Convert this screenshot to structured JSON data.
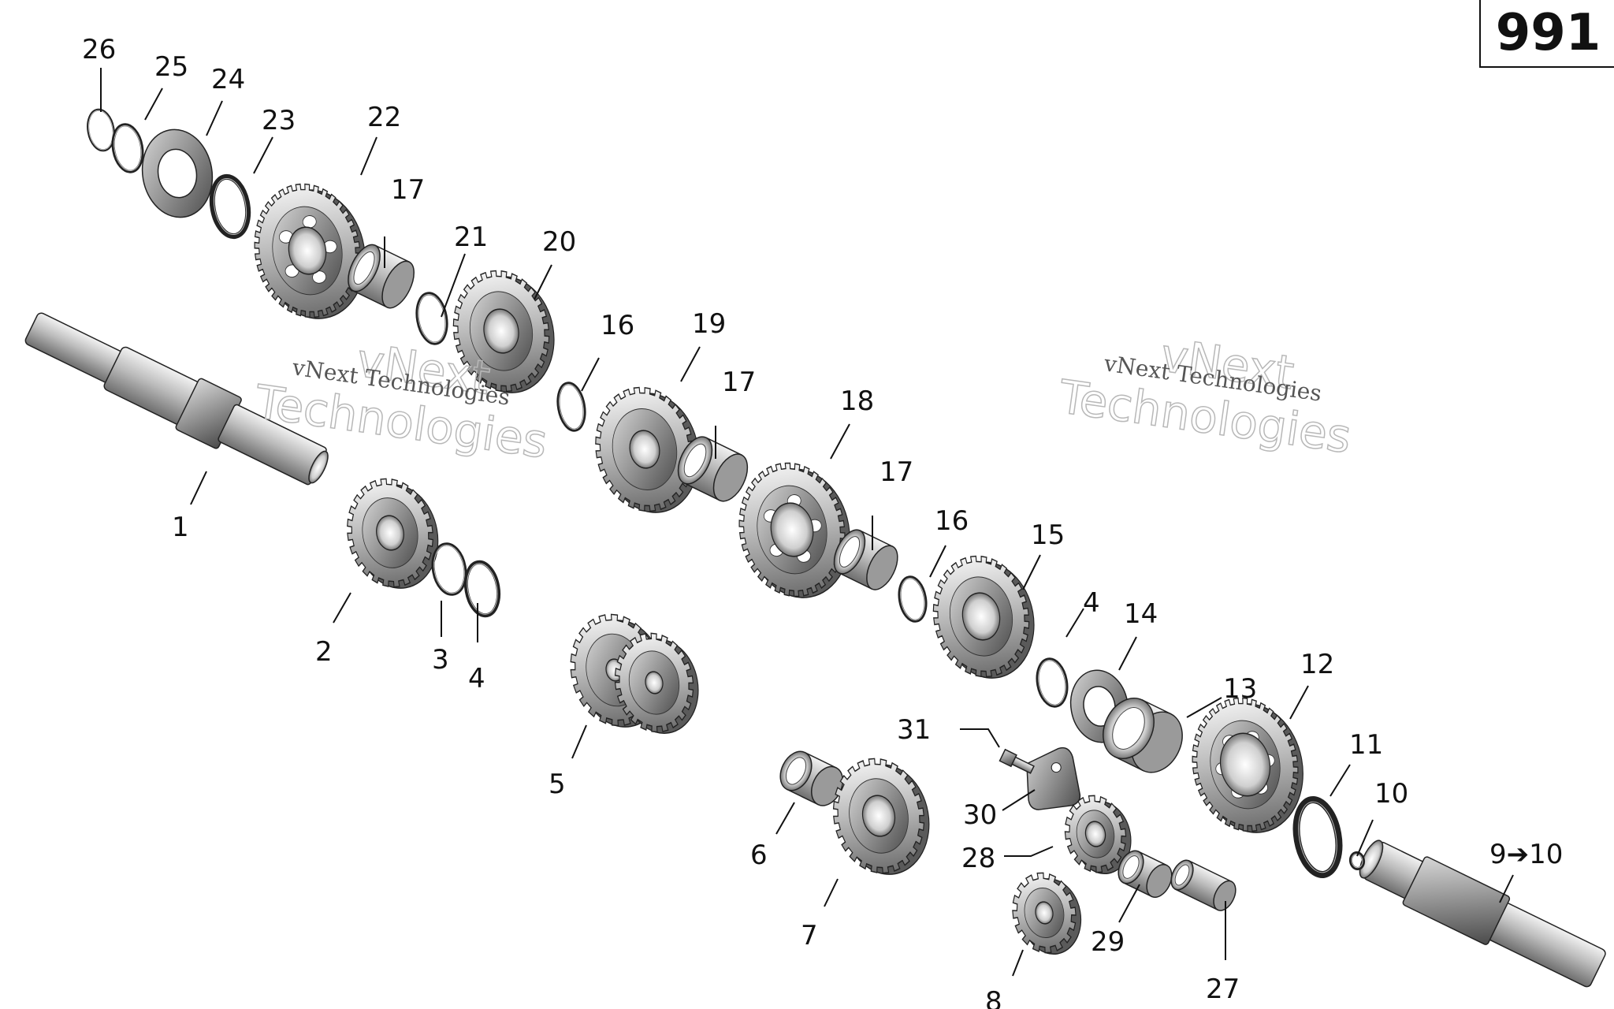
{
  "diagram": {
    "page_number": "991",
    "watermarks": [
      {
        "line1": "vNext Technologies",
        "line2": "vNext",
        "line3": "Technologies"
      },
      {
        "line1": "vNext Technologies",
        "line2": "vNext",
        "line3": "Technologies"
      }
    ],
    "callouts": [
      {
        "id": "c1",
        "label": "1"
      },
      {
        "id": "c2",
        "label": "2"
      },
      {
        "id": "c3",
        "label": "3"
      },
      {
        "id": "c4a",
        "label": "4"
      },
      {
        "id": "c4b",
        "label": "4"
      },
      {
        "id": "c5",
        "label": "5"
      },
      {
        "id": "c6",
        "label": "6"
      },
      {
        "id": "c7",
        "label": "7"
      },
      {
        "id": "c8",
        "label": "8"
      },
      {
        "id": "c9",
        "label": "9➔10"
      },
      {
        "id": "c10",
        "label": "10"
      },
      {
        "id": "c11",
        "label": "11"
      },
      {
        "id": "c12",
        "label": "12"
      },
      {
        "id": "c13",
        "label": "13"
      },
      {
        "id": "c14",
        "label": "14"
      },
      {
        "id": "c15",
        "label": "15"
      },
      {
        "id": "c16a",
        "label": "16"
      },
      {
        "id": "c16b",
        "label": "16"
      },
      {
        "id": "c17a",
        "label": "17"
      },
      {
        "id": "c17b",
        "label": "17"
      },
      {
        "id": "c17c",
        "label": "17"
      },
      {
        "id": "c18",
        "label": "18"
      },
      {
        "id": "c19",
        "label": "19"
      },
      {
        "id": "c20",
        "label": "20"
      },
      {
        "id": "c21",
        "label": "21"
      },
      {
        "id": "c22",
        "label": "22"
      },
      {
        "id": "c23",
        "label": "23"
      },
      {
        "id": "c24",
        "label": "24"
      },
      {
        "id": "c25",
        "label": "25"
      },
      {
        "id": "c26",
        "label": "26"
      },
      {
        "id": "c27",
        "label": "27"
      },
      {
        "id": "c28",
        "label": "28"
      },
      {
        "id": "c29",
        "label": "29"
      },
      {
        "id": "c30",
        "label": "30"
      },
      {
        "id": "c31",
        "label": "31"
      }
    ]
  }
}
